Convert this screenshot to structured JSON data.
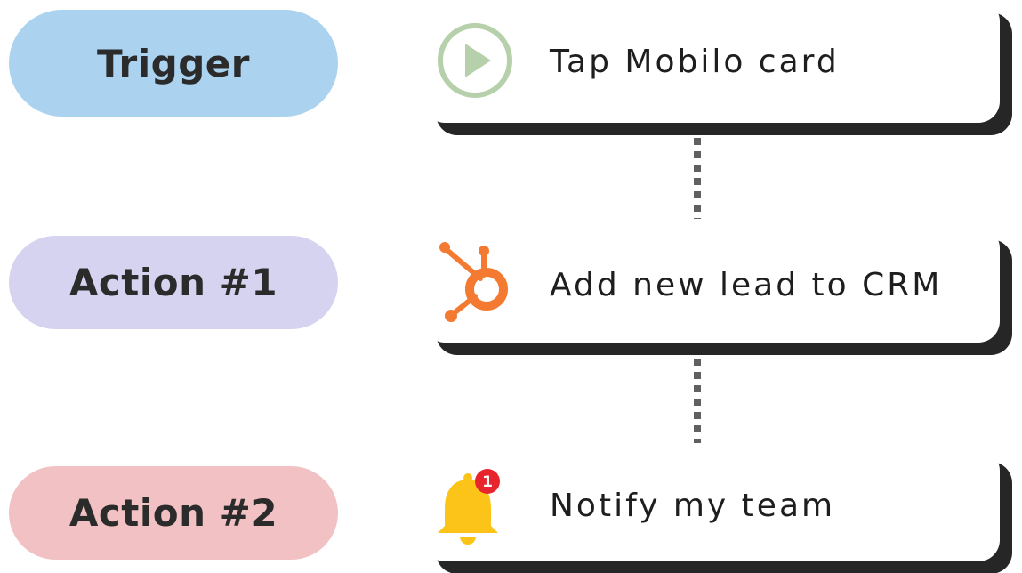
{
  "steps": [
    {
      "stage_label": "Trigger",
      "stage_color": "#abd2ef",
      "text": "Tap Mobilo card",
      "icon": "play-icon",
      "icon_color": "#b5d0aa"
    },
    {
      "stage_label": "Action #1",
      "stage_color": "#d6d3f0",
      "text": "Add new lead to CRM",
      "icon": "hubspot-icon",
      "icon_color": "#f47a32"
    },
    {
      "stage_label": "Action #2",
      "stage_color": "#f1c1c3",
      "text": "Notify my team",
      "icon": "bell-icon",
      "icon_color": "#fcc419",
      "badge": "1",
      "badge_color": "#e8242c"
    }
  ],
  "colors": {
    "card_shadow": "#262626",
    "connector": "#606060"
  }
}
